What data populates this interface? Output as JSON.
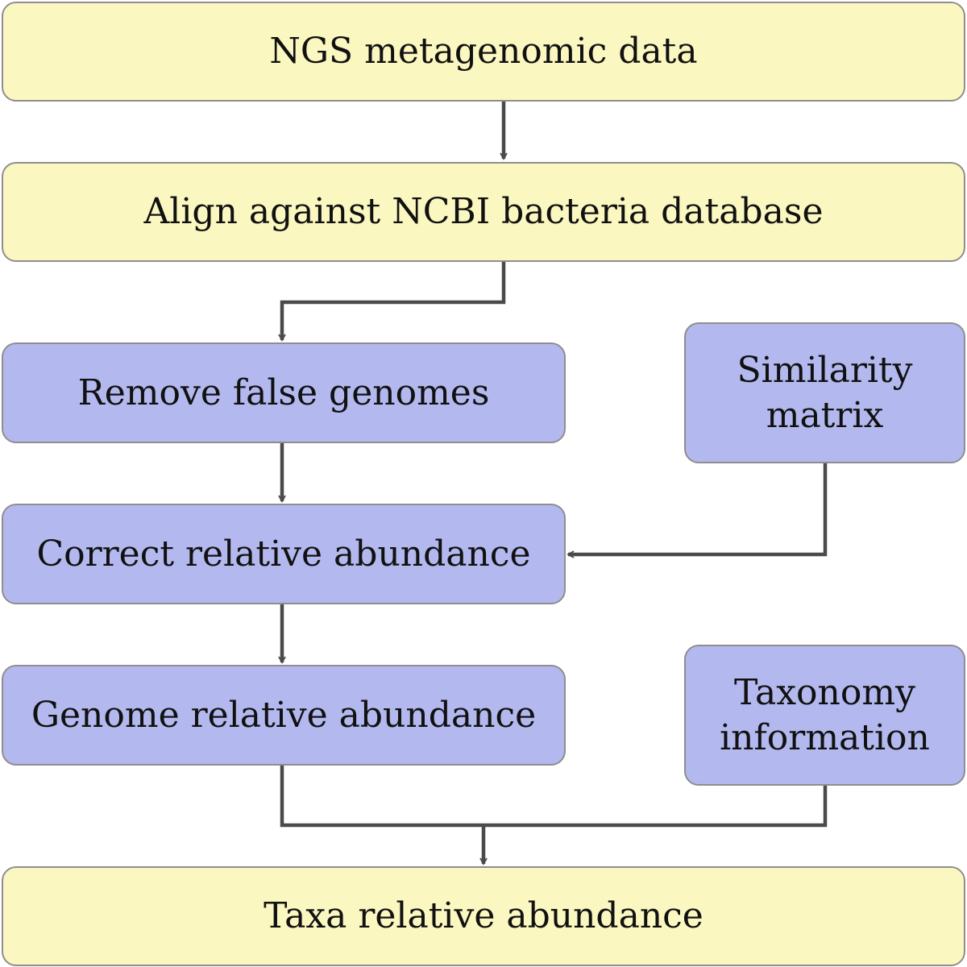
{
  "nodes": {
    "ngs_data": {
      "label": "NGS metagenomic data",
      "fill": "#fbf7c0"
    },
    "align": {
      "label": "Align against NCBI bacteria database",
      "fill": "#fbf7c0"
    },
    "remove_false": {
      "label": "Remove false genomes",
      "fill": "#b3b9ee"
    },
    "similarity": {
      "label": "Similarity\nmatrix",
      "fill": "#b3b9ee"
    },
    "correct": {
      "label": "Correct relative abundance",
      "fill": "#b3b9ee"
    },
    "genome_abundance": {
      "label": "Genome relative abundance",
      "fill": "#b3b9ee"
    },
    "taxonomy": {
      "label": "Taxonomy\ninformation",
      "fill": "#b3b9ee"
    },
    "taxa_abundance": {
      "label": "Taxa relative abundance",
      "fill": "#fbf7c0"
    }
  },
  "edges": [
    {
      "from": "ngs_data",
      "to": "align"
    },
    {
      "from": "align",
      "to": "remove_false"
    },
    {
      "from": "remove_false",
      "to": "correct"
    },
    {
      "from": "similarity",
      "to": "correct"
    },
    {
      "from": "correct",
      "to": "genome_abundance"
    },
    {
      "from": "genome_abundance",
      "to": "taxa_abundance"
    },
    {
      "from": "taxonomy",
      "to": "taxa_abundance"
    }
  ],
  "colors": {
    "input_output_fill": "#fbf7c0",
    "process_fill": "#b3b9ee",
    "border": "#8e8e8e",
    "arrow": "#4a4a4a"
  }
}
